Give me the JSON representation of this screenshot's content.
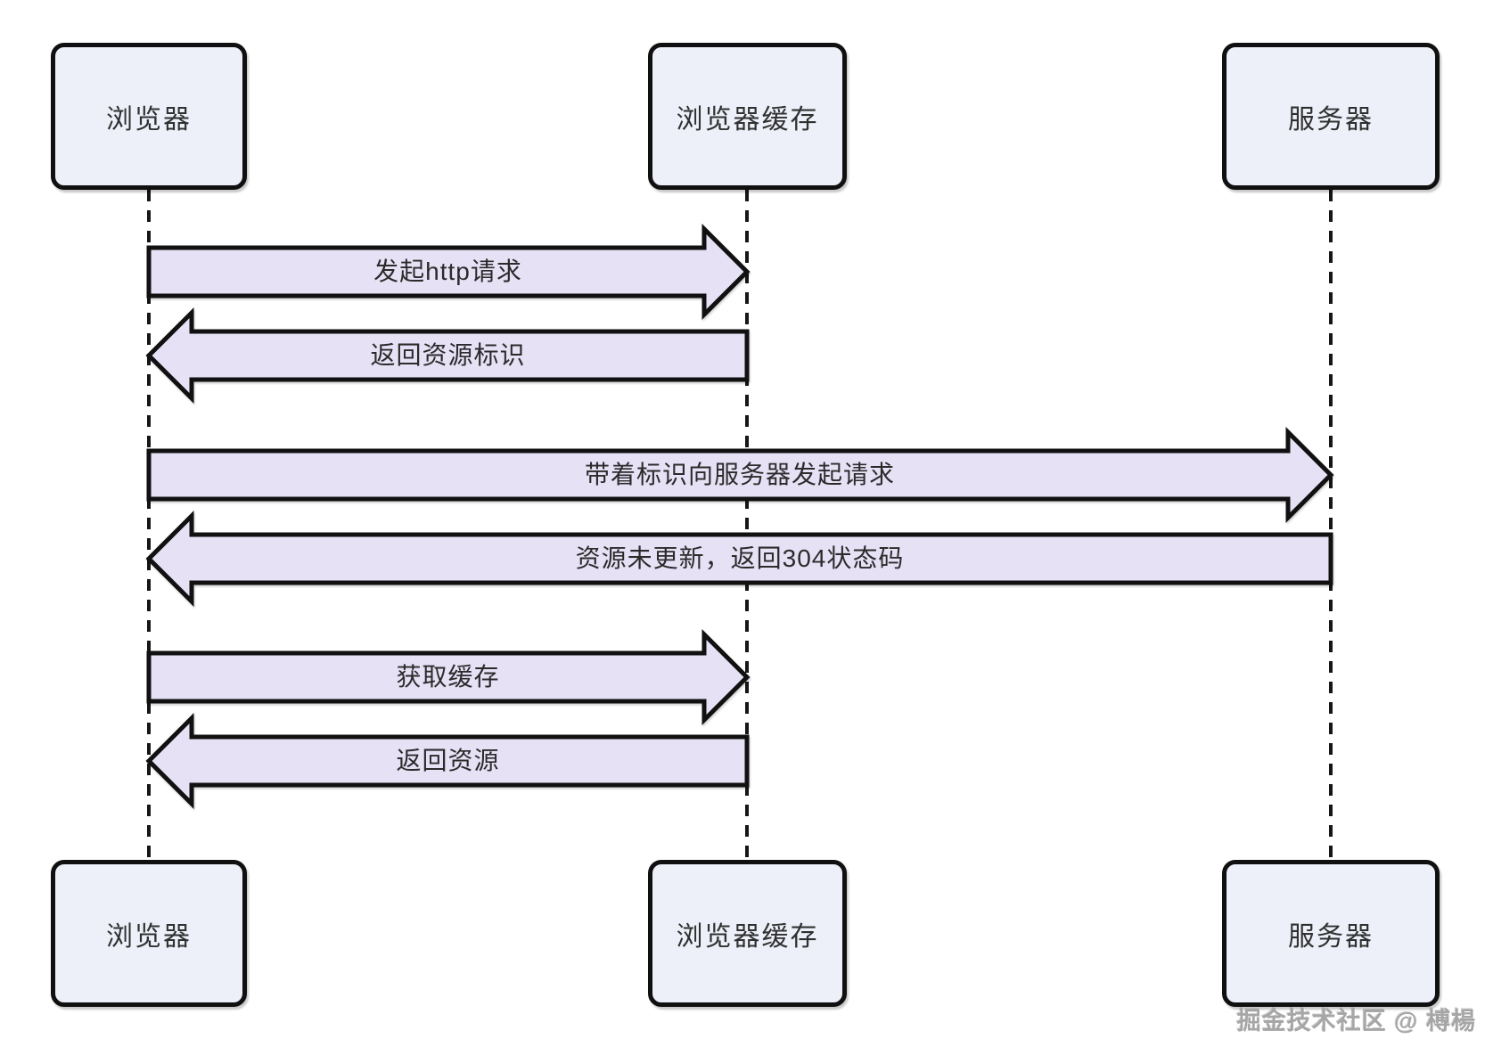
{
  "diagram_title": "browser-cache-http-sequence",
  "colors": {
    "background": "#ffffff",
    "actor_fill": "#edf0f9",
    "arrow_fill": "#e7e1f6",
    "stroke": "#111111",
    "watermark_text": "#a6a6a6"
  },
  "actors": [
    {
      "id": "browser",
      "label": "浏览器"
    },
    {
      "id": "browser-cache",
      "label": "浏览器缓存"
    },
    {
      "id": "server",
      "label": "服务器"
    }
  ],
  "messages": [
    {
      "from": "browser",
      "to": "browser-cache",
      "direction": "right",
      "label": "发起http请求"
    },
    {
      "from": "browser-cache",
      "to": "browser",
      "direction": "left",
      "label": "返回资源标识"
    },
    {
      "from": "browser",
      "to": "server",
      "direction": "right",
      "label": "带着标识向服务器发起请求"
    },
    {
      "from": "server",
      "to": "browser",
      "direction": "left",
      "label": "资源未更新，返回304状态码"
    },
    {
      "from": "browser",
      "to": "browser-cache",
      "direction": "right",
      "label": "获取缓存"
    },
    {
      "from": "browser-cache",
      "to": "browser",
      "direction": "left",
      "label": "返回资源"
    }
  ],
  "watermark": {
    "text": "掘金技术社区 @ 榑楊"
  }
}
